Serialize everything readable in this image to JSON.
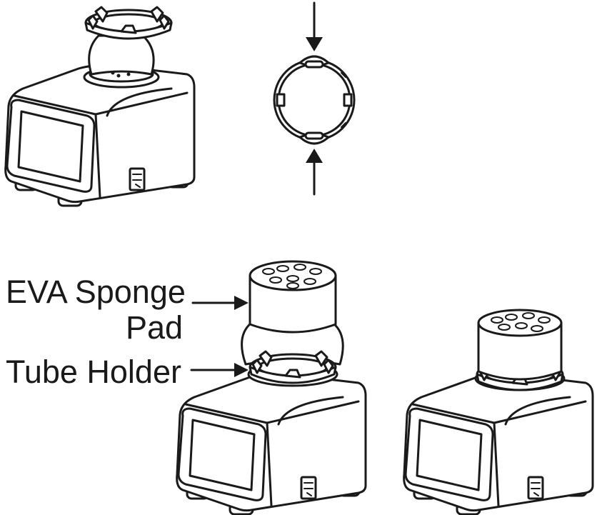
{
  "labels": {
    "sponge_line1": "EVA Sponge",
    "sponge_line2": "Pad",
    "tube_holder": "Tube Holder"
  },
  "colors": {
    "line": "#1a1a1a",
    "background": "#ffffff"
  }
}
